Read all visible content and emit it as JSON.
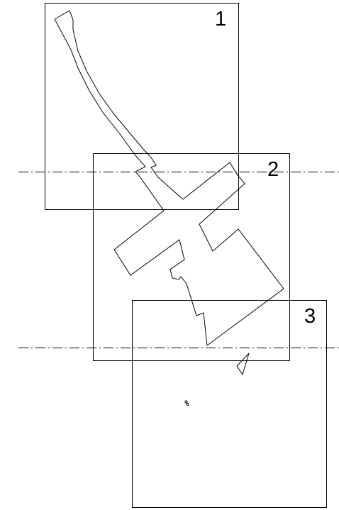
{
  "sheets": [
    {
      "number": "1"
    },
    {
      "number": "2"
    },
    {
      "number": "3"
    }
  ],
  "colors": {
    "line": "#000000",
    "background": "#ffffff"
  },
  "icons": {
    "marker": "triangle-marker-icon",
    "symbol": "figure-eight-icon"
  }
}
